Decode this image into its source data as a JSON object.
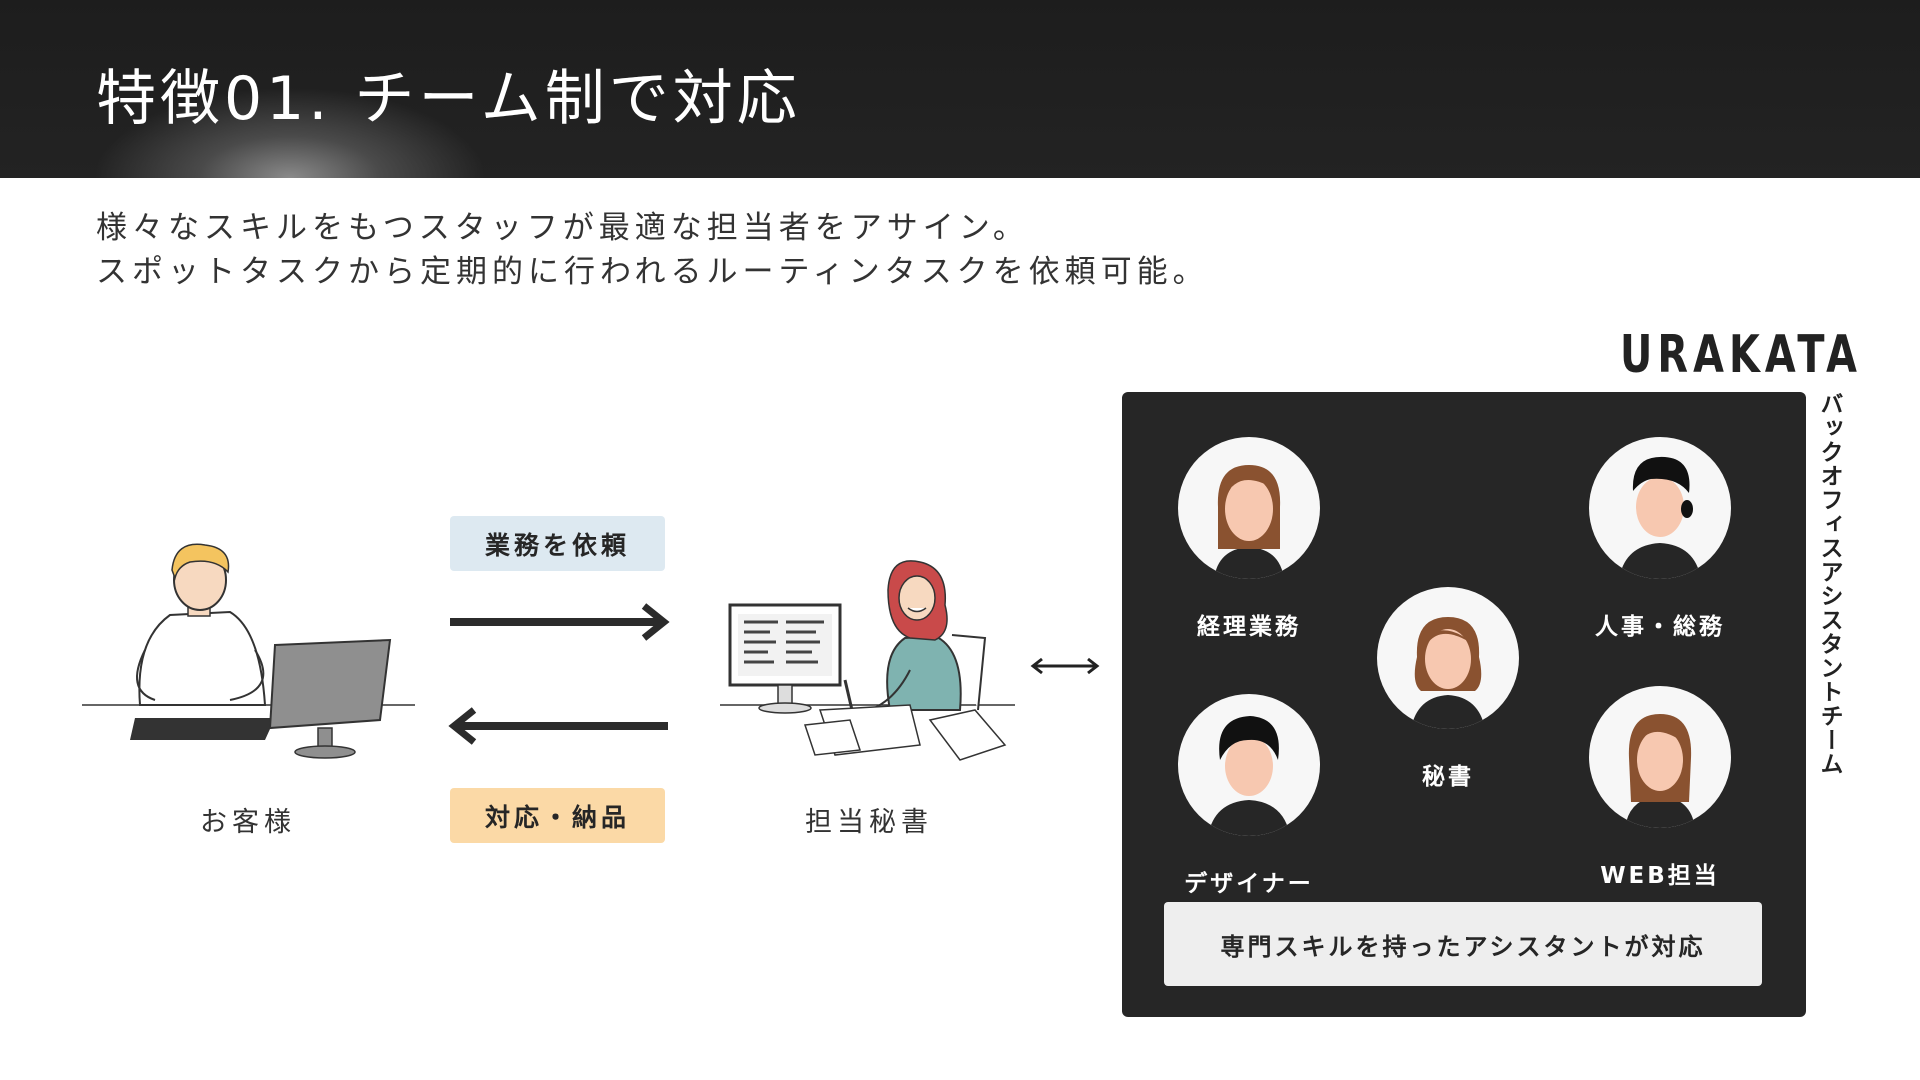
{
  "title": "特徴01. チーム制で対応",
  "description": {
    "line1": "様々なスキルをもつスタッフが最適な担当者をアサイン。",
    "line2": "スポットタスクから定期的に行われるルーティンタスクを依頼可能。"
  },
  "flow": {
    "customer_label": "お客様",
    "request_label": "業務を依頼",
    "deliver_label": "対応・納品",
    "secretary_label": "担当秘書"
  },
  "team": {
    "brand": "URAKATA",
    "vertical_label": "バックオフィスアシスタントチーム",
    "members": [
      {
        "label": "経理業務"
      },
      {
        "label": "人事・総務"
      },
      {
        "label": "秘書"
      },
      {
        "label": "デザイナー"
      },
      {
        "label": "WEB担当"
      }
    ],
    "footer": "専門スキルを持ったアシスタントが対応"
  },
  "colors": {
    "header": "#1f1f1f",
    "panel": "#262626",
    "request_tag": "#dde9f1",
    "deliver_tag": "#fbd9a6",
    "hair_brown": "#8a5230",
    "skin": "#f7c8b0"
  }
}
